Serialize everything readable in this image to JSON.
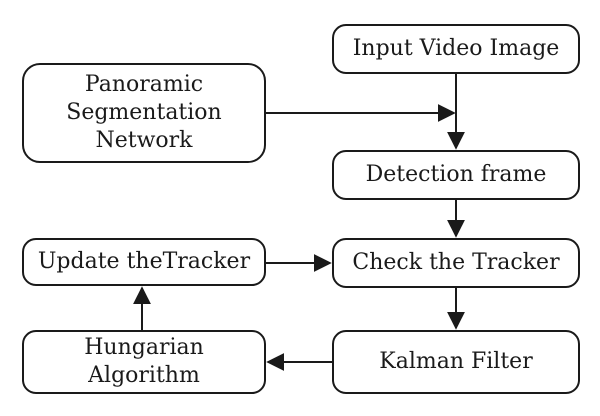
{
  "nodes": {
    "input": "Input Video Image",
    "panoptic": "Panoramic\nSegmentation\nNetwork",
    "detection": "Detection frame",
    "update": "Update theTracker",
    "check": "Check the Tracker",
    "hungarian": "Hungarian\nAlgorithm",
    "kalman": "Kalman Filter"
  },
  "edges": [
    {
      "from": "Input Video Image",
      "to": "Detection frame"
    },
    {
      "from": "Panoramic Segmentation Network",
      "to": "Detection frame"
    },
    {
      "from": "Detection frame",
      "to": "Check the Tracker"
    },
    {
      "from": "Update theTracker",
      "to": "Check the Tracker"
    },
    {
      "from": "Check the Tracker",
      "to": "Kalman Filter"
    },
    {
      "from": "Kalman Filter",
      "to": "Hungarian Algorithm"
    },
    {
      "from": "Hungarian Algorithm",
      "to": "Update theTracker"
    }
  ],
  "colors": {
    "stroke": "#1a1a1a",
    "background": "#ffffff"
  }
}
